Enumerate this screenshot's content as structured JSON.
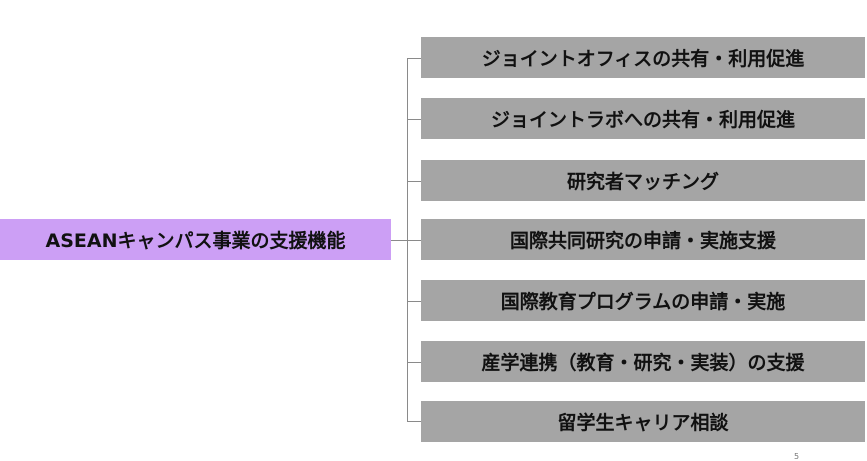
{
  "root": {
    "label": "ASEANキャンパス事業の支援機能",
    "color": "#cc9ff5"
  },
  "children": [
    {
      "label": "ジョイントオフィスの共有・利用促進"
    },
    {
      "label": "ジョイントラボへの共有・利用促進"
    },
    {
      "label": "研究者マッチング"
    },
    {
      "label": "国際共同研究の申請・実施支援"
    },
    {
      "label": "国際教育プログラムの申請・実施"
    },
    {
      "label": "産学連携（教育・研究・実装）の支援"
    },
    {
      "label": "留学生キャリア相談"
    }
  ],
  "node_color": "#a5a5a5",
  "page_number": "5"
}
